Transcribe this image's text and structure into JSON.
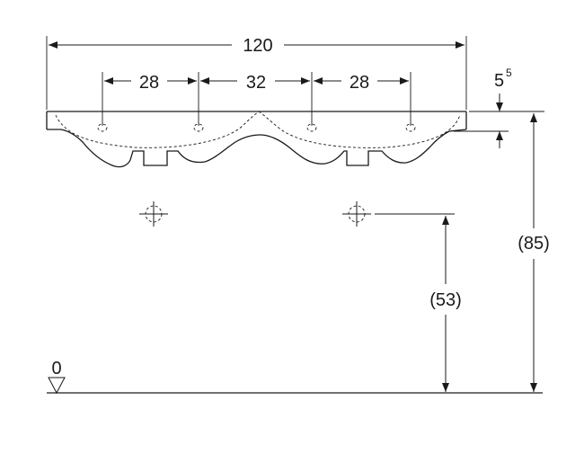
{
  "dimensions": {
    "overall_width": "120",
    "left_spacing": "28",
    "middle_spacing": "32",
    "right_spacing": "28",
    "top_thickness_main": "5",
    "top_thickness_sup": "5",
    "installation_height": "(85)",
    "drain_height": "(53)",
    "floor_level": "0"
  }
}
